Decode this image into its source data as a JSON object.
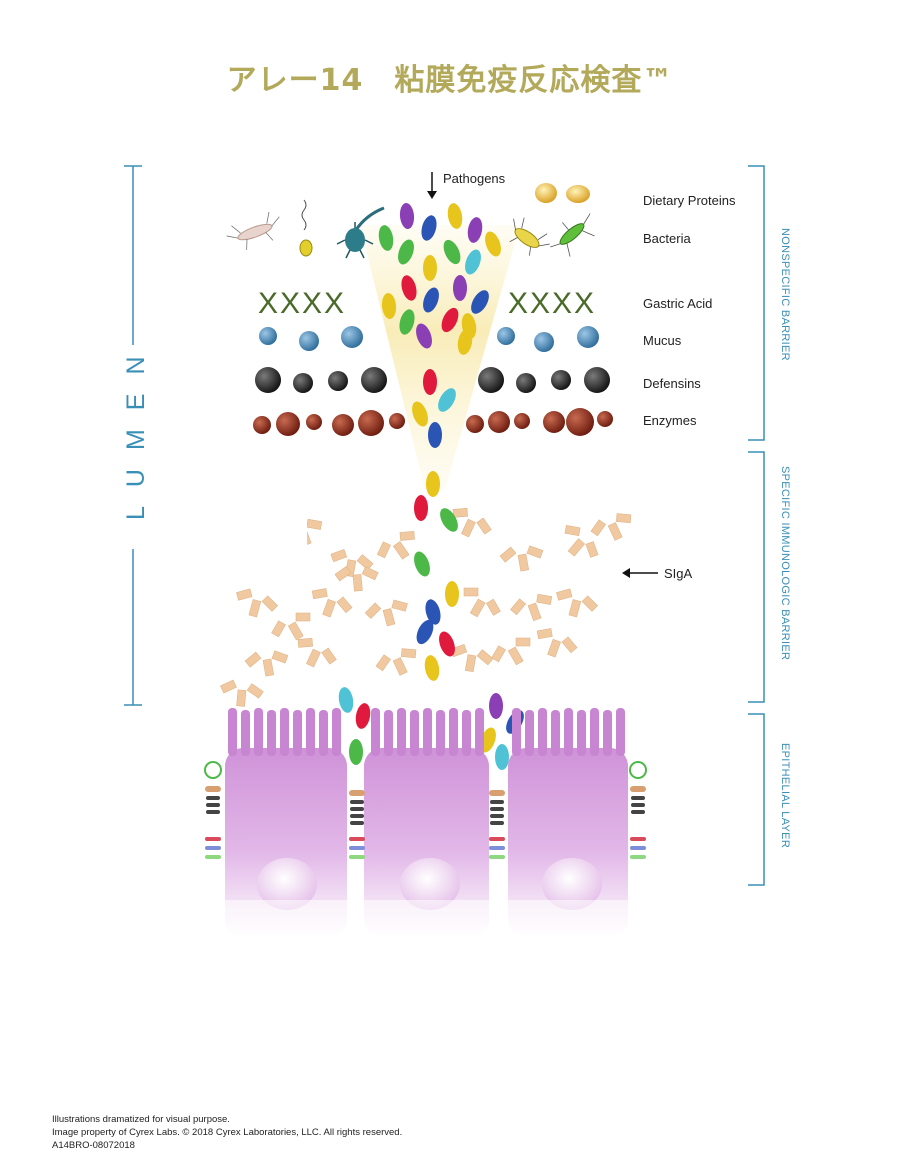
{
  "title": "アレー14　粘膜免疫反応検査™",
  "labels": {
    "pathogens": "Pathogens",
    "dietary_proteins": "Dietary Proteins",
    "bacteria": "Bacteria",
    "gastric_acid": "Gastric Acid",
    "mucus": "Mucus",
    "defensins": "Defensins",
    "enzymes": "Enzymes",
    "sIgA": "SIgA"
  },
  "side_labels": {
    "lumen": "LUMEN",
    "nonspecific_barrier": "NONSPECIFIC BARRIER",
    "specific_barrier": "SPECIFIC IMMUNOLOGIC BARRIER",
    "epithelial_layer": "EPITHELIAL LAYER"
  },
  "gastric_acid_marks": {
    "left": "XXXX",
    "right": "XXXX"
  },
  "footer": {
    "line1": "Illustrations dramatized for visual purpose.",
    "line2": "Image property of Cyrex Labs. © 2018 Cyrex Laboratories, LLC. All rights reserved.",
    "line3": "A14BRO-08072018"
  },
  "colors": {
    "title": "#b3a95a",
    "accent_blue": "#3a8fb7",
    "gastric_acid": "#4a6a2a",
    "mucus": "#3e7fae",
    "defensins": "#2a2a2a",
    "enzymes": "#8b2a1a",
    "siga": "#f1c9a0",
    "epithelium": "#d9a6e0"
  }
}
